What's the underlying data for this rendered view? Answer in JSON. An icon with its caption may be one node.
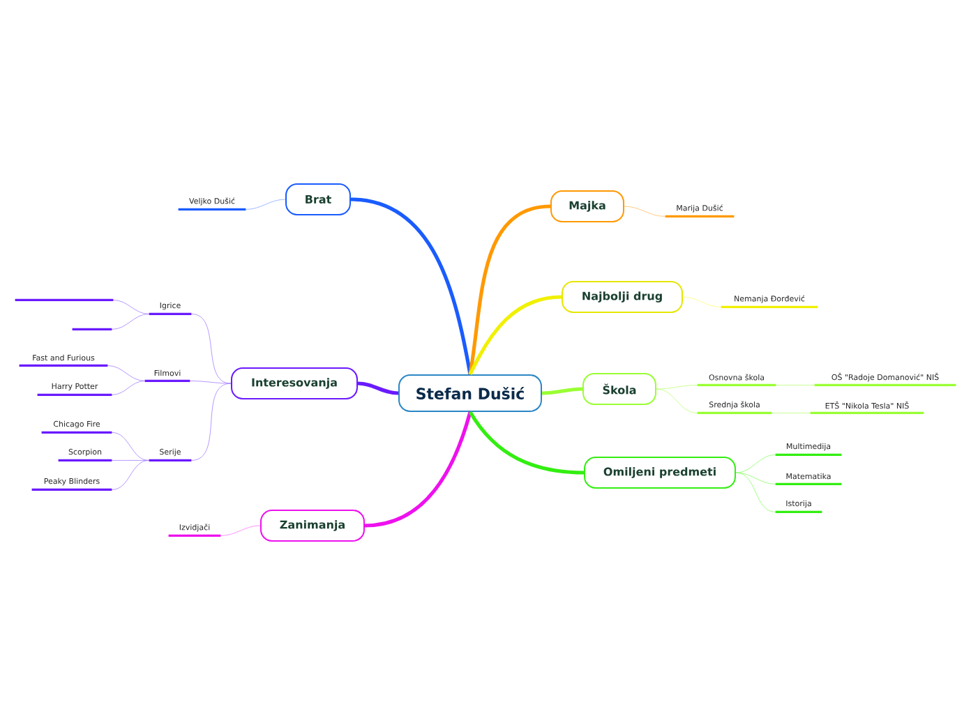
{
  "diagram": {
    "nodes": [
      {
        "text": [
          "Stefan Dušić"
        ]
      },
      {
        "text": [
          "Brat"
        ]
      },
      {
        "text": [
          "Veljko Dušić"
        ]
      },
      {
        "text": [
          "Interesovanja"
        ]
      },
      {
        "text": [
          "Igrice"
        ]
      },
      {
        "text": [],
        "shape": "bar"
      },
      {
        "text": [],
        "shape": "bar"
      },
      {
        "text": [
          "Filmovi"
        ]
      },
      {
        "text": [
          "Fast and Furious"
        ]
      },
      {
        "text": [
          "Harry Potter"
        ]
      },
      {
        "text": [
          "Serije"
        ]
      },
      {
        "text": [
          "Chicago Fire"
        ]
      },
      {
        "text": [
          "Scorpion"
        ]
      },
      {
        "text": [
          "Peaky Blinders"
        ]
      },
      {
        "text": [
          "Zanimanja"
        ]
      },
      {
        "text": [
          "Izvidjači"
        ]
      },
      {
        "text": [
          "Majka"
        ]
      },
      {
        "text": [
          "Marija Dušić"
        ]
      },
      {
        "text": [
          "Najbolji drug"
        ]
      },
      {
        "text": [
          "Nemanja Đorđević"
        ]
      },
      {
        "text": [
          "Škola"
        ]
      },
      {
        "text": [
          "Osnovna škola"
        ]
      },
      {
        "text": [
          "OŠ \"Radoje Domanović\" NIŠ"
        ]
      },
      {
        "text": [
          "Srednja škola"
        ]
      },
      {
        "text": [
          "ETŠ \"Nikola Tesla\" NIŠ"
        ]
      },
      {
        "text": [
          "Omiljeni predmeti"
        ]
      },
      {
        "text": [
          "Multimedija"
        ]
      },
      {
        "text": [
          "Matematika"
        ]
      },
      {
        "text": [
          "Istorija"
        ]
      }
    ],
    "edges": [
      {
        "from": 0,
        "to": 1,
        "arrow": "none",
        "style": "thick",
        "color": "#1a5cff"
      },
      {
        "from": 1,
        "to": 2,
        "arrow": "none",
        "color": "#88aaff"
      },
      {
        "from": 0,
        "to": 3,
        "arrow": "none",
        "style": "thick",
        "color": "#6a1aff"
      },
      {
        "from": 3,
        "to": 4,
        "arrow": "none",
        "color": "#a37dff"
      },
      {
        "from": 4,
        "to": 5,
        "arrow": "none",
        "color": "#a37dff"
      },
      {
        "from": 4,
        "to": 6,
        "arrow": "none",
        "color": "#a37dff"
      },
      {
        "from": 3,
        "to": 7,
        "arrow": "none",
        "color": "#a37dff"
      },
      {
        "from": 7,
        "to": 8,
        "arrow": "none",
        "color": "#a37dff"
      },
      {
        "from": 7,
        "to": 9,
        "arrow": "none",
        "color": "#a37dff"
      },
      {
        "from": 3,
        "to": 10,
        "arrow": "none",
        "color": "#a37dff"
      },
      {
        "from": 10,
        "to": 11,
        "arrow": "none",
        "color": "#a37dff"
      },
      {
        "from": 10,
        "to": 12,
        "arrow": "none",
        "color": "#a37dff"
      },
      {
        "from": 10,
        "to": 13,
        "arrow": "none",
        "color": "#a37dff"
      },
      {
        "from": 0,
        "to": 14,
        "arrow": "none",
        "style": "thick",
        "color": "#ee11ee"
      },
      {
        "from": 14,
        "to": 15,
        "arrow": "none",
        "color": "#ff77ff"
      },
      {
        "from": 0,
        "to": 16,
        "arrow": "none",
        "style": "thick",
        "color": "#ff9900"
      },
      {
        "from": 16,
        "to": 17,
        "arrow": "none",
        "color": "#ffbb66"
      },
      {
        "from": 0,
        "to": 18,
        "arrow": "none",
        "style": "thick",
        "color": "#f0f000"
      },
      {
        "from": 18,
        "to": 19,
        "arrow": "none",
        "color": "#ffff77"
      },
      {
        "from": 0,
        "to": 20,
        "arrow": "none",
        "style": "thick",
        "color": "#99ff33"
      },
      {
        "from": 20,
        "to": 21,
        "arrow": "none",
        "color": "#bbff77"
      },
      {
        "from": 21,
        "to": 22,
        "arrow": "none",
        "color": "#bbff77"
      },
      {
        "from": 20,
        "to": 23,
        "arrow": "none",
        "color": "#bbff77"
      },
      {
        "from": 23,
        "to": 24,
        "arrow": "none",
        "color": "#bbff77"
      },
      {
        "from": 0,
        "to": 25,
        "arrow": "none",
        "style": "thick",
        "color": "#33ee11"
      },
      {
        "from": 25,
        "to": 26,
        "arrow": "none",
        "color": "#88ff66"
      },
      {
        "from": 25,
        "to": 27,
        "arrow": "none",
        "color": "#88ff66"
      },
      {
        "from": 25,
        "to": 28,
        "arrow": "none",
        "color": "#88ff66"
      }
    ]
  }
}
